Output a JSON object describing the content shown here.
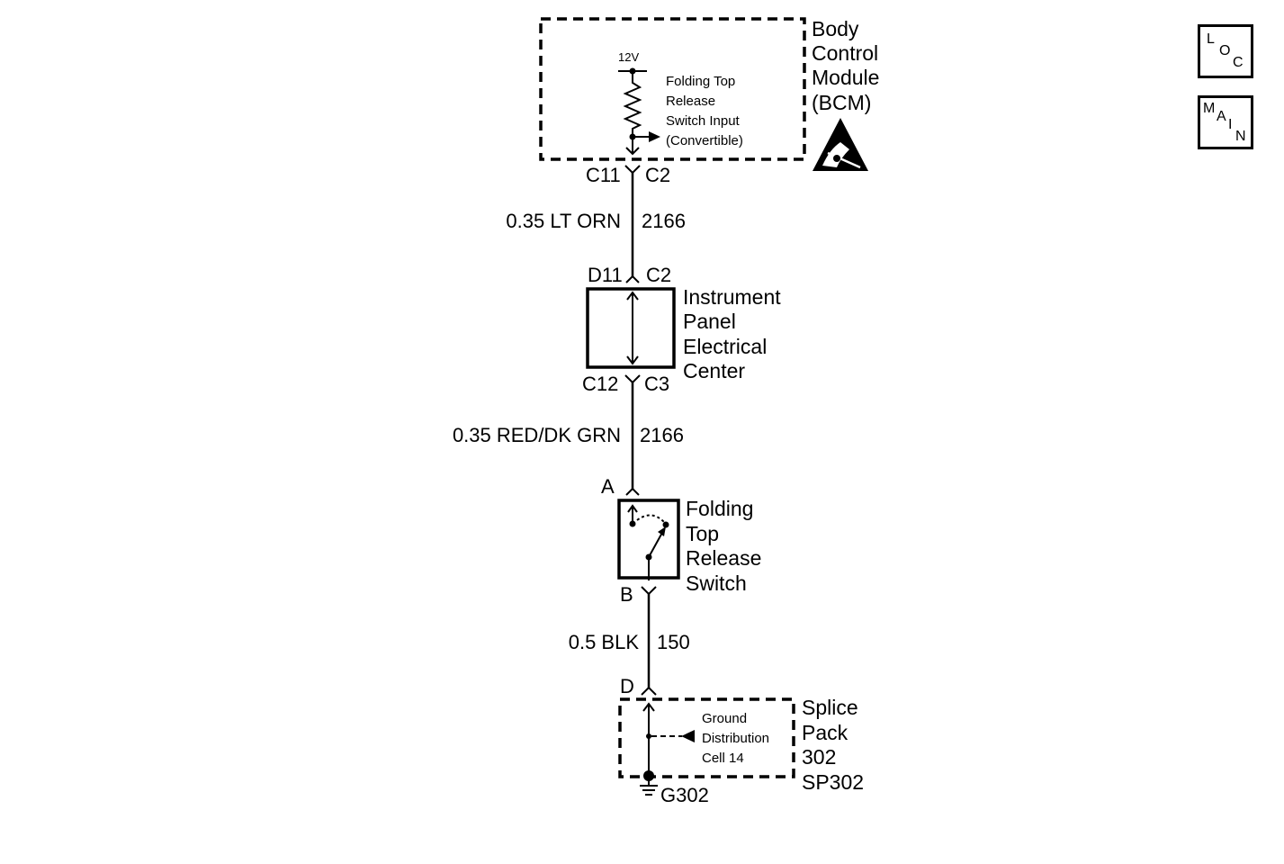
{
  "bcm": {
    "name_lines": [
      "Body",
      "Control",
      "Module",
      "(BCM)"
    ],
    "voltage": "12V",
    "input_lines": [
      "Folding Top",
      "Release",
      "Switch Input",
      "(Convertible)"
    ],
    "pin_left": "C11",
    "pin_right": "C2"
  },
  "wire1": {
    "spec": "0.35 LT ORN",
    "circuit": "2166"
  },
  "ipec": {
    "name_lines": [
      "Instrument",
      "Panel",
      "Electrical",
      "Center"
    ],
    "top_pin_left": "D11",
    "top_pin_right": "C2",
    "bottom_pin_left": "C12",
    "bottom_pin_right": "C3"
  },
  "wire2": {
    "spec": "0.35 RED/DK GRN",
    "circuit": "2166"
  },
  "switch": {
    "name_lines": [
      "Folding",
      "Top",
      "Release",
      "Switch"
    ],
    "pin_top": "A",
    "pin_bottom": "B"
  },
  "wire3": {
    "spec": "0.5 BLK",
    "circuit": "150"
  },
  "splice": {
    "name_lines": [
      "Splice",
      "Pack",
      "302",
      "SP302"
    ],
    "pin": "D",
    "cell_lines": [
      "Ground",
      "Distribution",
      "Cell 14"
    ],
    "ground": "G302"
  },
  "tags": {
    "loc": [
      "L",
      "O",
      "C"
    ],
    "main": [
      "M",
      "A",
      "I",
      "N"
    ]
  }
}
